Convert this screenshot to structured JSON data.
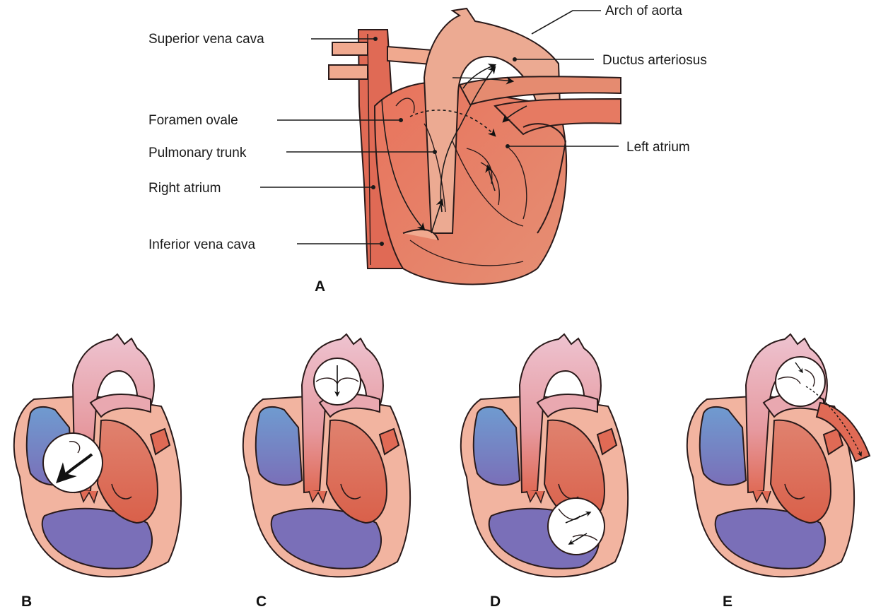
{
  "labels": {
    "superior_vena_cava": "Superior vena cava",
    "foramen_ovale": "Foramen ovale",
    "pulmonary_trunk": "Pulmonary trunk",
    "right_atrium": "Right atrium",
    "inferior_vena_cava": "Inferior vena cava",
    "arch_of_aorta": "Arch of aorta",
    "ductus_arteriosus": "Ductus arteriosus",
    "left_atrium": "Left atrium"
  },
  "panels": {
    "a": "A",
    "b": "B",
    "c": "C",
    "d": "D",
    "e": "E"
  },
  "colors": {
    "heart_red": "#e06a55",
    "heart_light": "#f0a98f",
    "aorta_pink": "#eab5c0",
    "venous_blue": "#6f8fca",
    "venous_purple": "#7a6fb8",
    "wall_pink": "#f3b8a3"
  }
}
